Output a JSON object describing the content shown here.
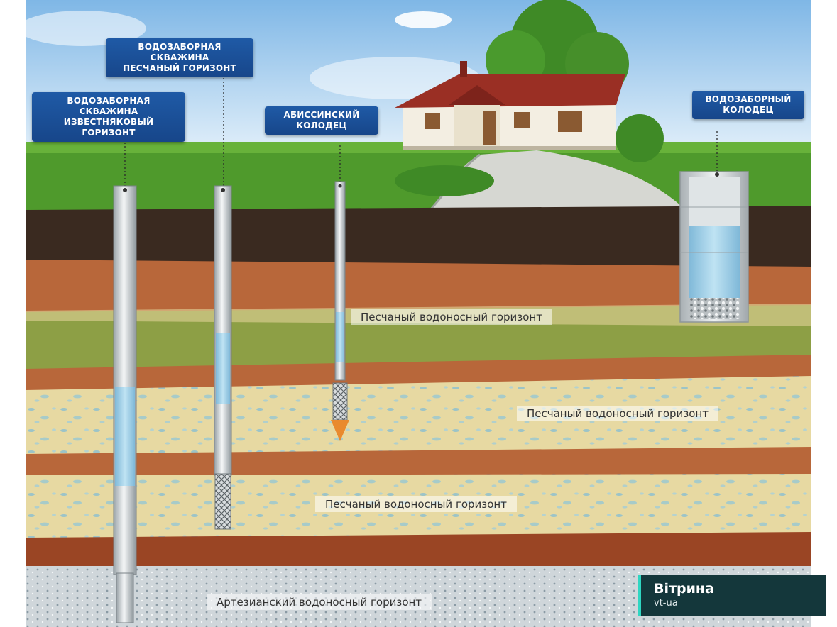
{
  "callouts": {
    "limestone_well": [
      "ВОДОЗАБОРНАЯ СКВАЖИНА",
      "ИЗВЕСТНЯКОВЫЙ ГОРИЗОНТ"
    ],
    "sand_well": [
      "ВОДОЗАБОРНАЯ СКВАЖИНА",
      "ПЕСЧАНЫЙ ГОРИЗОНТ"
    ],
    "abyssinian_well": [
      "АБИССИНСКИЙ",
      "КОЛОДЕЦ"
    ],
    "dug_well": [
      "ВОДОЗАБОРНЫЙ",
      "КОЛОДЕЦ"
    ]
  },
  "layers": {
    "sand_1": "Песчаный водоносный горизонт",
    "sand_2": "Песчаный водоносный горизонт",
    "sand_3": "Песчаный водоносный горизонт",
    "artesian": "Артезианский водоносный горизонт"
  },
  "watermark": {
    "title": "Вітрина",
    "subtitle": "vt-ua"
  },
  "colors": {
    "callout": "#1f5aa6",
    "water": "#9fd0ea",
    "clay": "#b8673a",
    "sand": "#e6d7a0",
    "topsoil": "#3a2a20",
    "grass": "#4f9a2c",
    "roof": "#9a2f24"
  }
}
